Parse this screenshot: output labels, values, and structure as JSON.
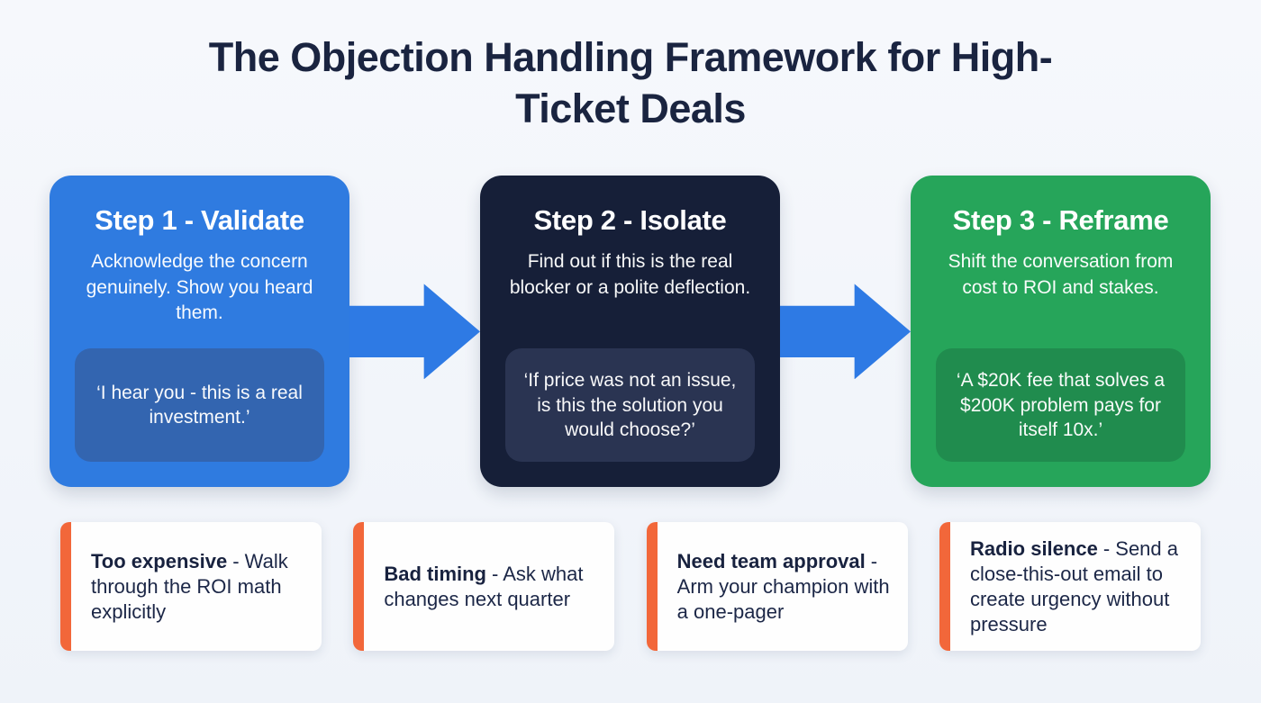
{
  "title": "The Objection Handling Framework for High-Ticket Deals",
  "steps": [
    {
      "title": "Step 1 - Validate",
      "description": "Acknowledge the concern genuinely. Show you heard them.",
      "quote": "‘I hear you - this is a real investment.’",
      "bg_color": "#2f7be0",
      "quote_bg_color": "#3365b0"
    },
    {
      "title": "Step 2 - Isolate",
      "description": "Find out if this is the real blocker or a polite deflection.",
      "quote": "‘If price was not an issue, is this the solution you would choose?’",
      "bg_color": "#161f38",
      "quote_bg_color": "#2a3452"
    },
    {
      "title": "Step 3 - Reframe",
      "description": "Shift the conversation from cost to ROI and stakes.",
      "quote": "‘A $20K fee that solves a $200K problem pays for itself 10x.’",
      "bg_color": "#26a55a",
      "quote_bg_color": "#208c4e"
    }
  ],
  "objections": [
    {
      "label": "Too expensive",
      "text": "- Walk through the ROI math explicitly"
    },
    {
      "label": "Bad timing",
      "text": "- Ask what changes next quarter"
    },
    {
      "label": "Need team approval",
      "text": "- Arm your champion with a one-pager"
    },
    {
      "label": "Radio silence",
      "text": "- Send a close-this-out email to create urgency without pressure"
    }
  ],
  "colors": {
    "background": "#f2f5f9",
    "arrow_blue": "#2e7ae4",
    "accent_orange": "#f2673a",
    "title_text": "#1a2440",
    "step_text": "#ffffff",
    "objection_text": "#1c2747"
  }
}
